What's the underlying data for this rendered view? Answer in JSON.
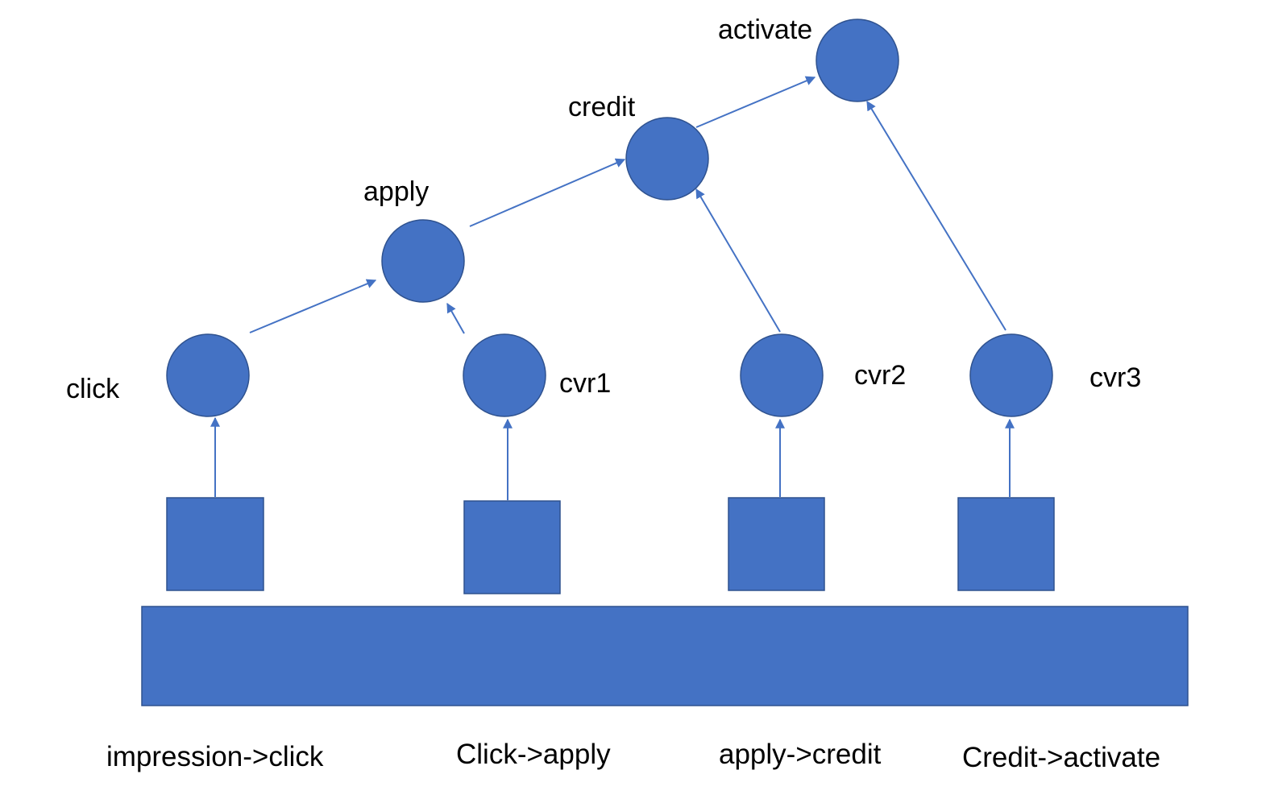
{
  "colors": {
    "node_fill": "#4472C4",
    "node_stroke": "#2F528F",
    "edge": "#4472C4",
    "text": "#000000"
  },
  "nodes": {
    "activate": "activate",
    "credit": "credit",
    "apply": "apply",
    "click": "click",
    "cvr1": "cvr1",
    "cvr2": "cvr2",
    "cvr3": "cvr3"
  },
  "tasks": {
    "task1": "impression->click",
    "task2": "Click->apply",
    "task3": "apply->credit",
    "task4": "Credit->activate"
  }
}
